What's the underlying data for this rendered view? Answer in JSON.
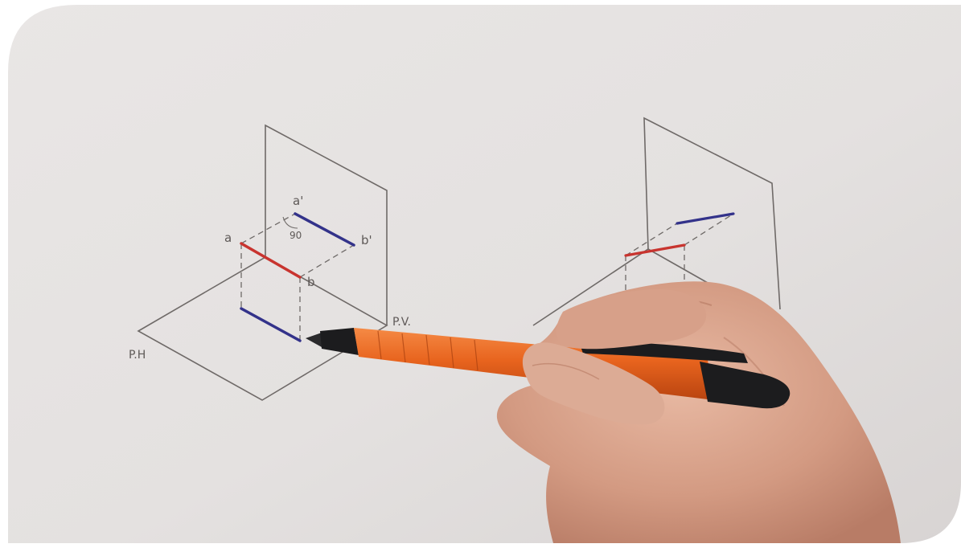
{
  "labels": {
    "a": "a",
    "a_prime": "a'",
    "b": "b",
    "b_prime": "b'",
    "angle": "90",
    "pv": "P.V.",
    "ph": "P.H"
  },
  "colors": {
    "paper": "#e6e3e2",
    "pencil": "#6f6a68",
    "red_line": "#c8342f",
    "blue_line": "#33328a",
    "pen_orange": "#e8641e",
    "pen_black": "#1c1c1e",
    "skin": "#d9a58f"
  }
}
